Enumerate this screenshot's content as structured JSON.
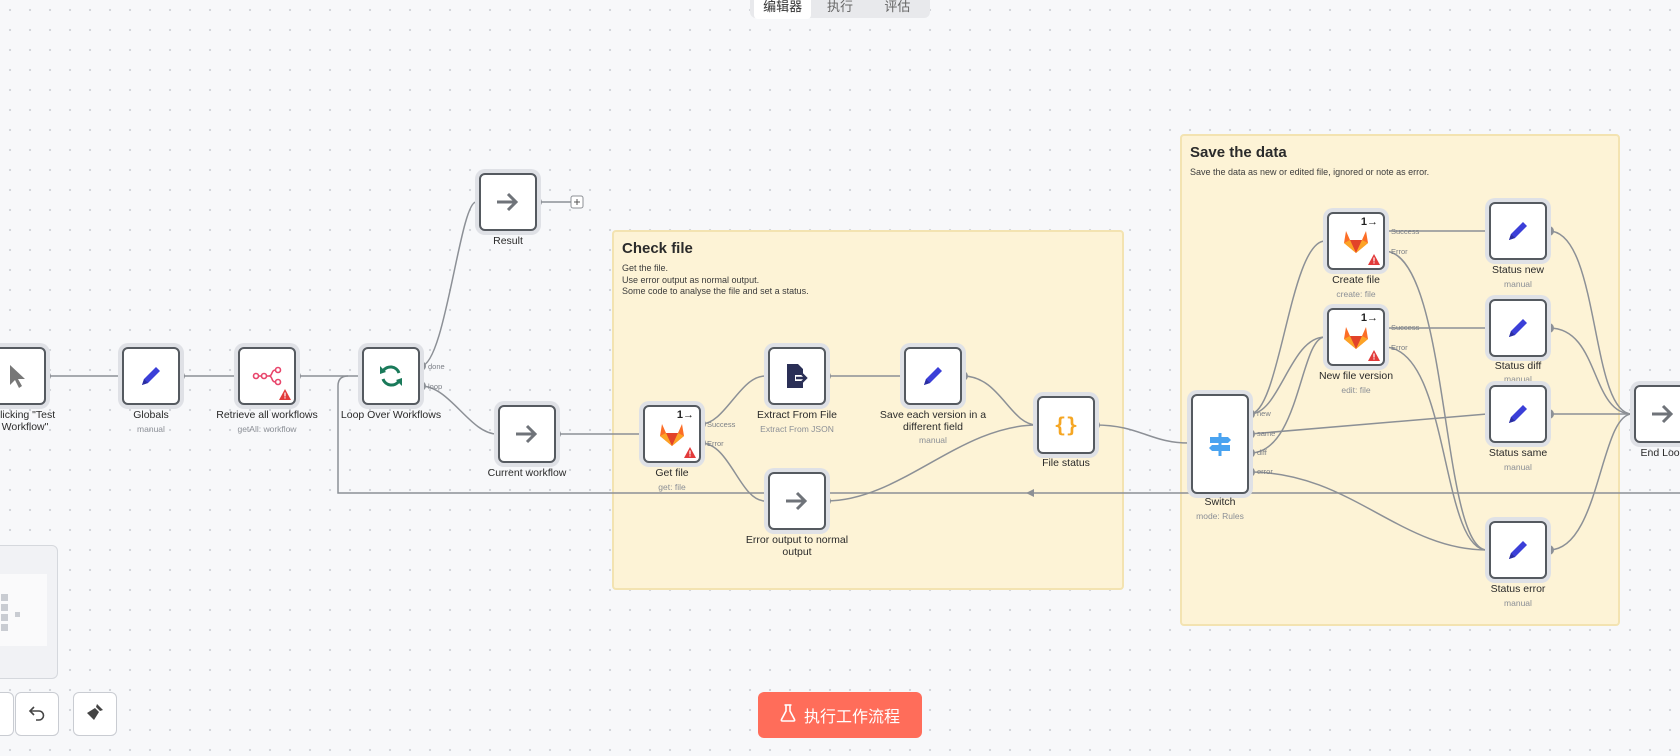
{
  "top_tabs": [
    "编辑器",
    "执行",
    "评估"
  ],
  "sticky_check": {
    "title": "Check file",
    "desc": "Get the file.\nUse error output as normal output.\nSome code to analyse the file and set a status."
  },
  "sticky_save": {
    "title": "Save the data",
    "desc": "Save the data as new or edited file, ignored or note as error."
  },
  "nodes": {
    "trigger": {
      "label": "clicking \"Test\nWorkflow\"",
      "icon": "cursor-icon"
    },
    "globals": {
      "label": "Globals",
      "sub": "manual",
      "icon": "pencil-icon"
    },
    "retrieve": {
      "label": "Retrieve all workflows",
      "sub": "getAll: workflow",
      "icon": "n8n-icon"
    },
    "loop": {
      "label": "Loop Over Workflows",
      "icon": "loop-icon",
      "ports": [
        "done",
        "loop"
      ]
    },
    "result": {
      "label": "Result",
      "icon": "arrow-right-icon"
    },
    "current": {
      "label": "Current workflow",
      "icon": "arrow-right-icon"
    },
    "getfile": {
      "label": "Get file",
      "sub": "get: file",
      "icon": "gitlab-icon",
      "badge": "1→",
      "ports": [
        "Success",
        "Error"
      ]
    },
    "extract": {
      "label": "Extract From File",
      "sub": "Extract From JSON",
      "icon": "file-extract-icon"
    },
    "saveversion": {
      "label": "Save each version in a\ndifferent field",
      "sub": "manual",
      "icon": "pencil-icon"
    },
    "erroroutput": {
      "label": "Error output to normal\noutput",
      "icon": "arrow-right-icon"
    },
    "filestatus": {
      "label": "File status",
      "icon": "code-braces-icon"
    },
    "switch": {
      "label": "Switch",
      "sub": "mode: Rules",
      "icon": "signpost-icon",
      "ports": [
        "new",
        "same",
        "diff",
        "error"
      ]
    },
    "createfile": {
      "label": "Create file",
      "sub": "create: file",
      "icon": "gitlab-icon",
      "badge": "1→",
      "ports": [
        "Success",
        "Error"
      ]
    },
    "newfileversion": {
      "label": "New file version",
      "sub": "edit: file",
      "icon": "gitlab-icon",
      "badge": "1→",
      "ports": [
        "Success",
        "Error"
      ]
    },
    "statusnew": {
      "label": "Status new",
      "sub": "manual",
      "icon": "pencil-icon"
    },
    "statusdiff": {
      "label": "Status diff",
      "sub": "manual",
      "icon": "pencil-icon"
    },
    "statussame": {
      "label": "Status same",
      "sub": "manual",
      "icon": "pencil-icon"
    },
    "statuserror": {
      "label": "Status error",
      "sub": "manual",
      "icon": "pencil-icon"
    },
    "endloop": {
      "label": "End Loop",
      "icon": "arrow-right-icon"
    }
  },
  "run_button": {
    "label": "执行工作流程",
    "icon": "flask-icon"
  },
  "tools": {
    "undo_icon": "undo-icon",
    "clear_icon": "broom-icon"
  },
  "colors": {
    "accent": "#ff6d5a",
    "pencil": "#3b3fd8",
    "sticky": "#fdf3d6",
    "loop": "#1a7a5a",
    "code": "#f5a623",
    "switch": "#4aa3f0"
  }
}
